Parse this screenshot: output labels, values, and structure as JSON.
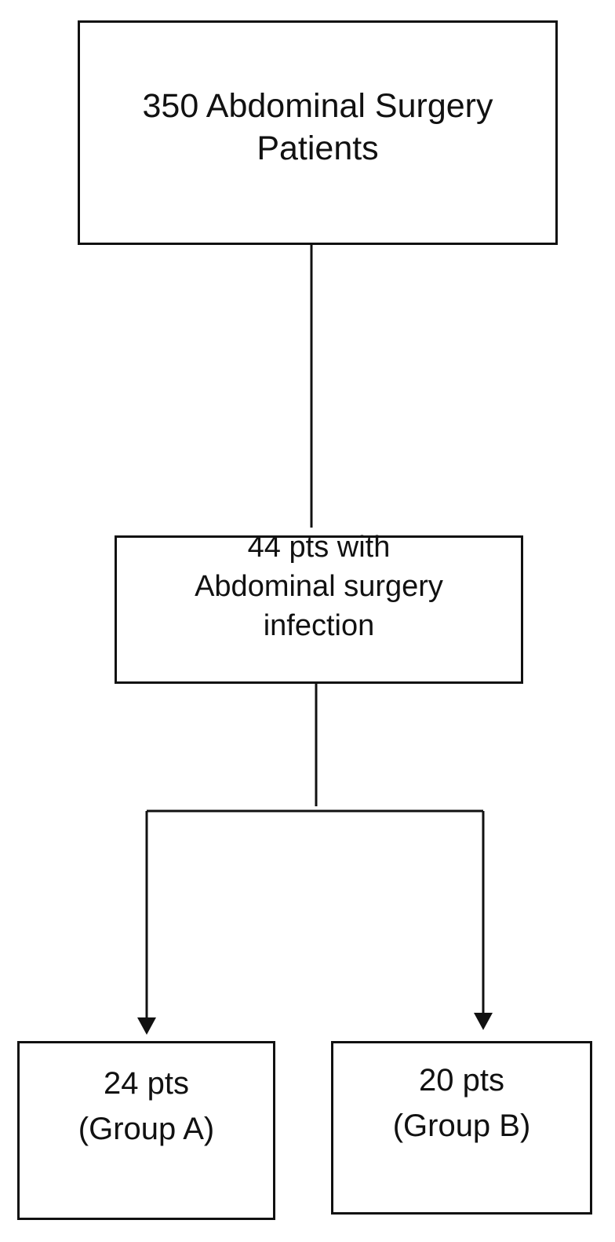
{
  "diagram": {
    "nodes": {
      "total": {
        "lines": [
          "350 Abdominal Surgery",
          "Patients"
        ]
      },
      "infected": {
        "lines": [
          "44 pts with",
          "Abdominal surgery",
          "infection"
        ]
      },
      "group_a": {
        "lines": [
          "24 pts",
          "(Group A)"
        ]
      },
      "group_b": {
        "lines": [
          "20 pts",
          "(Group B)"
        ]
      }
    },
    "edges": [
      {
        "from": "total",
        "to": "infected",
        "arrow": false
      },
      {
        "from": "infected",
        "to": "group_a",
        "arrow": true
      },
      {
        "from": "infected",
        "to": "group_b",
        "arrow": true
      }
    ],
    "colors": {
      "stroke": "#111111",
      "background": "#ffffff"
    }
  }
}
